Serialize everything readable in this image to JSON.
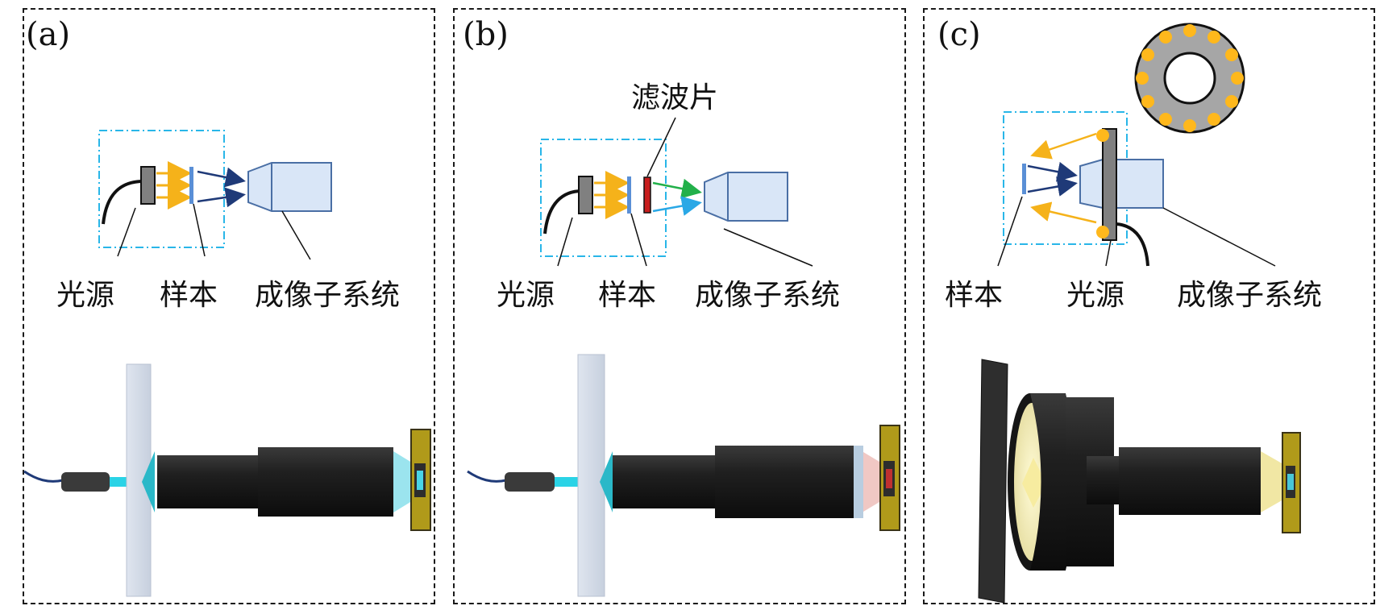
{
  "panels": [
    {
      "id": "(a)",
      "labels": {
        "source": "光源",
        "sample": "样本",
        "imaging": "成像子系统"
      }
    },
    {
      "id": "(b)",
      "labels": {
        "filter": "滤波片",
        "source": "光源",
        "sample": "样本",
        "imaging": "成像子系统"
      }
    },
    {
      "id": "(c)",
      "labels": {
        "sample": "样本",
        "source": "光源",
        "imaging": "成像子系统"
      }
    }
  ],
  "colors": {
    "dashed_box": "#29b6e8",
    "ray_yellow": "#f5b21a",
    "ray_navy": "#1f3a78",
    "ray_green": "#22b04a",
    "ray_cyan": "#2aa8e6",
    "lens_fill": "#d9e6f7",
    "lens_stroke": "#4a6fa5",
    "filter_red": "#c81e1e",
    "led_orange": "#ffb81c",
    "ring_gray": "#a6a6a6",
    "camera_body": "#1e1e1e",
    "sensor_gold": "#b09a1a"
  },
  "icons": [
    "fiber-cable",
    "light-source-block",
    "sample-slide",
    "objective-lens",
    "filter",
    "ring-light",
    "camera-sensor"
  ]
}
